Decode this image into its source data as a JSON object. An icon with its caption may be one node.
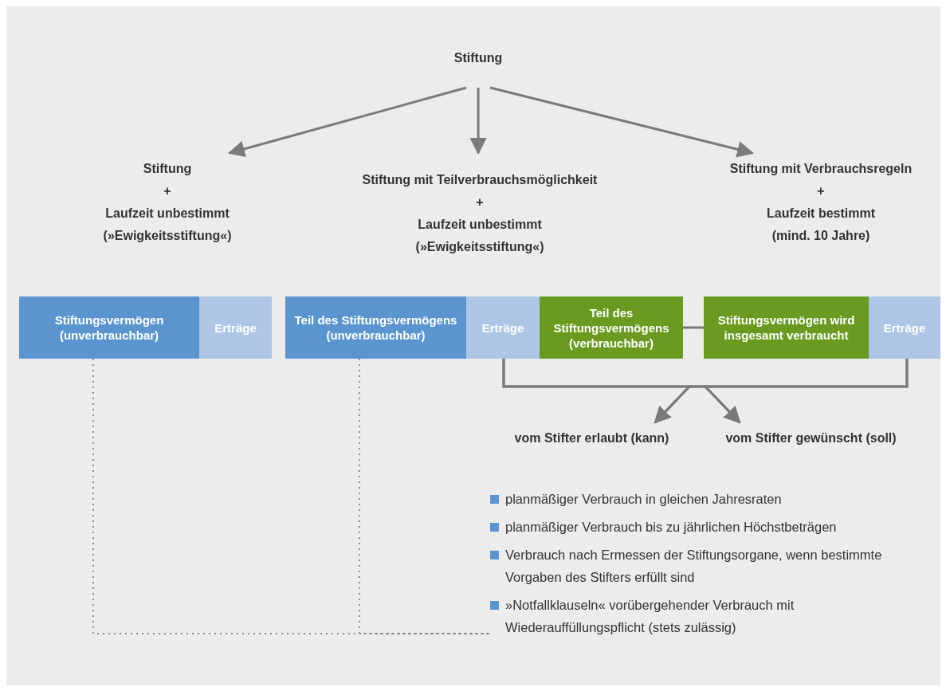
{
  "diagram": {
    "nodes": [
      {
        "text": [
          "Stiftung"
        ]
      },
      {
        "text": [
          "Stiftung",
          "+",
          "Laufzeit unbestimmt",
          "(»Ewigkeitsstiftung«)"
        ]
      },
      {
        "text": [
          "Stiftung mit Teilverbrauchsmöglichkeit",
          "+",
          "Laufzeit unbestimmt",
          "(»Ewigkeitsstiftung«)"
        ]
      },
      {
        "text": [
          "Stiftung mit Verbrauchsregeln",
          "+",
          "Laufzeit bestimmt",
          "(mind. 10 Jahre)"
        ]
      },
      {
        "text": [
          "Stiftungsvermögen (unverbrauchbar)"
        ]
      },
      {
        "text": [
          "Erträge"
        ]
      },
      {
        "text": [
          "Teil des Stiftungsvermögens (unverbrauchbar)"
        ]
      },
      {
        "text": [
          "Erträge"
        ]
      },
      {
        "text": [
          "Teil des Stiftungsvermögens (verbrauchbar)"
        ]
      },
      {
        "text": [
          "Stiftungsvermögen wird insgesamt verbraucht"
        ]
      },
      {
        "text": [
          "Erträge"
        ]
      },
      {
        "text": [
          "vom Stifter erlaubt (kann)"
        ]
      },
      {
        "text": [
          "vom Stifter gewünscht (soll)"
        ]
      },
      {
        "text": [
          "planmäßiger Verbrauch in gleichen Jahresraten",
          "planmäßiger Verbrauch bis zu jährlichen Höchstbeträgen",
          "Verbrauch nach Ermessen der Stiftungsorgane, wenn bestimmte Vorgaben des Stifters erfüllt sind",
          "»Notfallklauseln« vorübergehender Verbrauch mit Wiederauffüllungspflicht (stets zulässig)"
        ]
      }
    ],
    "edges": [
      {
        "from": 0,
        "to": 1,
        "arrow": "to"
      },
      {
        "from": 0,
        "to": 2,
        "arrow": "to"
      },
      {
        "from": 0,
        "to": 3,
        "arrow": "to"
      },
      {
        "from": 8,
        "to": 9,
        "arrow": "none"
      },
      {
        "from": 7,
        "to": 11,
        "arrow": "to"
      },
      {
        "from": 7,
        "to": 12,
        "arrow": "to"
      },
      {
        "from": 10,
        "to": 11,
        "arrow": "to"
      },
      {
        "from": 10,
        "to": 12,
        "arrow": "to"
      },
      {
        "from": 4,
        "to": 13,
        "arrow": "none",
        "style": "dashed"
      },
      {
        "from": 6,
        "to": 13,
        "arrow": "none",
        "style": "dashed"
      }
    ]
  }
}
